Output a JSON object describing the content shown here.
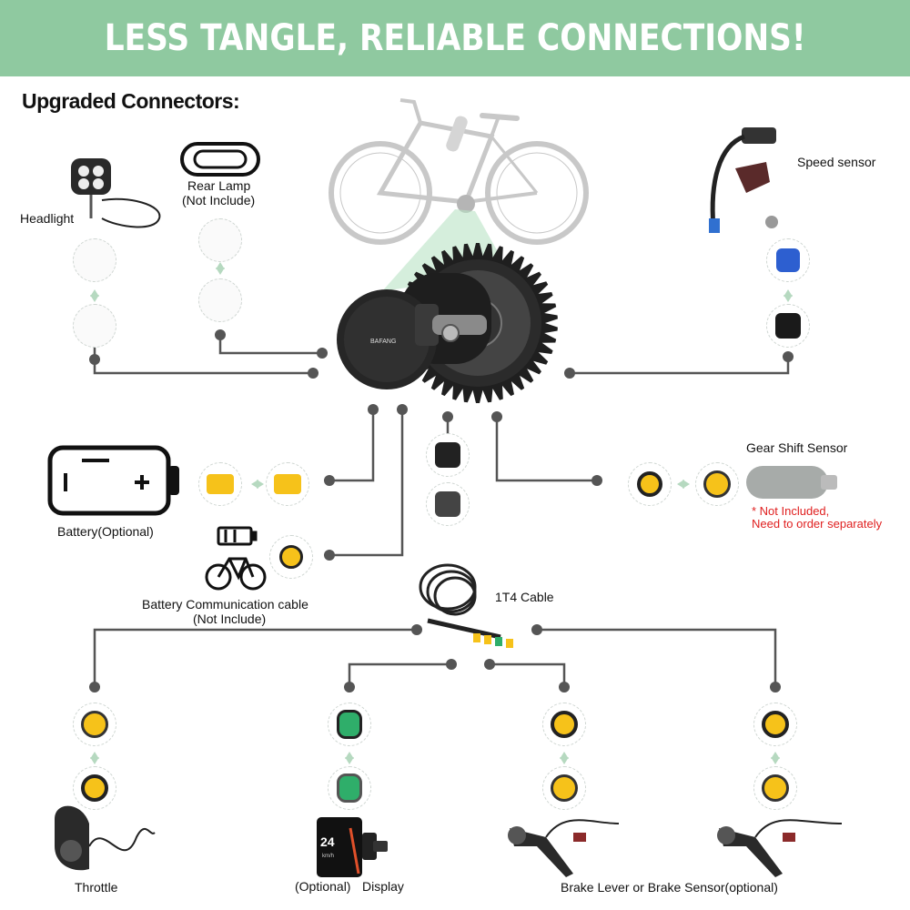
{
  "banner": {
    "title": "LESS TANGLE, RELIABLE CONNECTIONS!",
    "color": "#8fc9a0"
  },
  "section_title": "Upgraded Connectors:",
  "labels": {
    "headlight": "Headlight",
    "rear_lamp": "Rear Lamp",
    "rear_lamp_note": "(Not Include)",
    "speed_sensor": "Speed sensor",
    "battery": "Battery(Optional)",
    "gear_shift_sensor": "Gear Shift Sensor",
    "gear_note_1": "* Not Included,",
    "gear_note_2": "Need to order separately",
    "battery_comm": "Battery Communication cable",
    "battery_comm_note": "(Not Include)",
    "cable": "1T4 Cable",
    "throttle": "Throttle",
    "display_optional": "(Optional)",
    "display": "Display",
    "brake": "Brake Lever or Brake Sensor(optional)"
  },
  "motor": {
    "brand": "BAFANG"
  },
  "display_readout": {
    "speed": "24",
    "unit": "km/h"
  },
  "colors": {
    "wire": "#555555",
    "connector_yellow": "#f6c21a",
    "connector_green": "#2fae6a",
    "connector_blue": "#2d5fd0",
    "note_red": "#e02020"
  }
}
